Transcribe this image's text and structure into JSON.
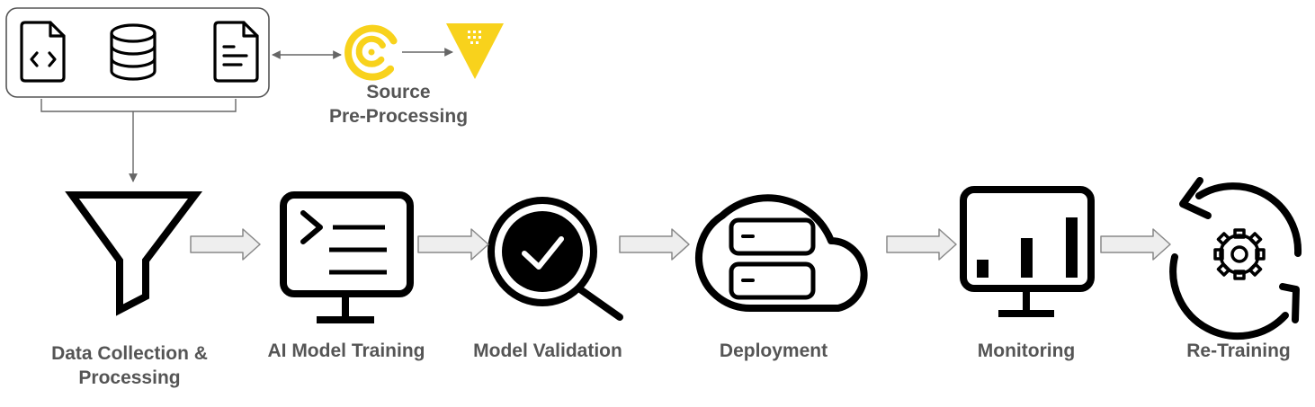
{
  "sources": {
    "icons": [
      "code-file-icon",
      "database-icon",
      "text-file-icon"
    ]
  },
  "preprocessing": {
    "label_line1": "Source",
    "label_line2": "Pre-Processing",
    "icons": [
      "yellow-target-c-icon",
      "yellow-triangle-vault-icon"
    ],
    "accent_color": "#F8D21C"
  },
  "stages": [
    {
      "id": "data-collection",
      "label_line1": "Data Collection &",
      "label_line2": "Processing",
      "icon": "funnel-icon"
    },
    {
      "id": "ai-model-training",
      "label_line1": "AI Model Training",
      "label_line2": "",
      "icon": "terminal-monitor-icon"
    },
    {
      "id": "model-validation",
      "label_line1": "Model Validation",
      "label_line2": "",
      "icon": "magnifier-check-icon"
    },
    {
      "id": "deployment",
      "label_line1": "Deployment",
      "label_line2": "",
      "icon": "cloud-server-icon"
    },
    {
      "id": "monitoring",
      "label_line1": "Monitoring",
      "label_line2": "",
      "icon": "monitor-bar-chart-icon"
    },
    {
      "id": "re-training",
      "label_line1": "Re-Training",
      "label_line2": "",
      "icon": "refresh-gear-icon"
    }
  ],
  "colors": {
    "stroke": "#000000",
    "label": "#555555",
    "arrow_fill": "#EEEEEE",
    "arrow_stroke": "#888888",
    "connector": "#666666"
  }
}
